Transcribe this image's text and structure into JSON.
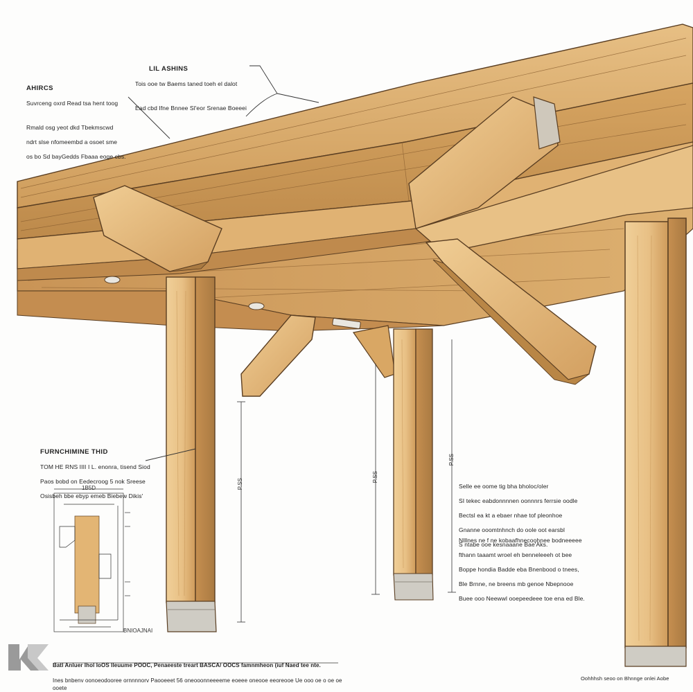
{
  "annotations": {
    "top_left": {
      "heading": "AHIRCS",
      "lines": [
        "Suvrceng oxrd Read tsa hent toog",
        "Rmald osg yeot dkd Tbekmscwd",
        "ndrt slse nfomeembd a osoet sme",
        "os bo Sd bayGedds Fbaaa eoge cbs."
      ]
    },
    "top_center": {
      "heading": "LIL ASHINS",
      "lines": [
        "Tois ooe tw Baems taned toeh el dalot",
        "Ead cbd Ifne Bnnee Sl'eor Srenae Boeeei"
      ]
    },
    "mid_left": {
      "heading": "FURNCHIMINE THID",
      "lines": [
        "TOM HE RNS IIII I L. enonra, tisend Siod",
        "Paos bobd on Eedecroog 5 nok Sreese",
        "Osisbeh bbe ebyp emeb Biebew Dikis'"
      ]
    },
    "right_1": {
      "lines": [
        "Selle ee oome tig bha bholoc/oler",
        "SI tekec eabdonnnnen oonnnrs ferrsie oodle",
        "Bectsl ea kt a ebaer nhae tof pleonhoe",
        "Gnanne ooomtnhnch do oole oot earsbl",
        "S ntabe ooe kesnaaane Bae'Aks."
      ]
    },
    "right_2": {
      "lines": [
        "Nlllnes ne f ne kobaafhnecoohnee bodneeeee",
        "fthann taaamt wroel eh benneleeeh ot bee",
        "Boppe hondia Badde eba Bnenbood o tnees,",
        "Ble Brnne, ne breens mb genoe Nbepnooe",
        "Buee ooo Neewwl ooepeedeee toe ena ed Ble."
      ]
    },
    "bottom": {
      "line1": "Batl Anluer Ihol IoOS Ileuume POOC, Penaeeste treart BASCA/ OOCS famnmheon (iuf Naed tee nte.",
      "line2": "Ines bnbenv oonoeodooree ornnnnorv Paooeeet 56 oneooonneeeeme eoeee oneooe eeoreooe Ue ooo oe o oe oe ooete",
      "credit": "Oohhhsh seoo on Bhnnge onlei Aobe"
    },
    "detail_label": "BNIOAJNAI",
    "detail_dim_top": "1B5D",
    "dim_posts": [
      "P.SS",
      "P.SS",
      "P.SS"
    ]
  },
  "colors": {
    "wood_light": "#eac48a",
    "wood_mid": "#d9a764",
    "wood_dark": "#b88447",
    "wood_shadow": "#a9783f",
    "outline": "#5a3e22",
    "steel": "#cfccc4",
    "leader": "#333333"
  }
}
